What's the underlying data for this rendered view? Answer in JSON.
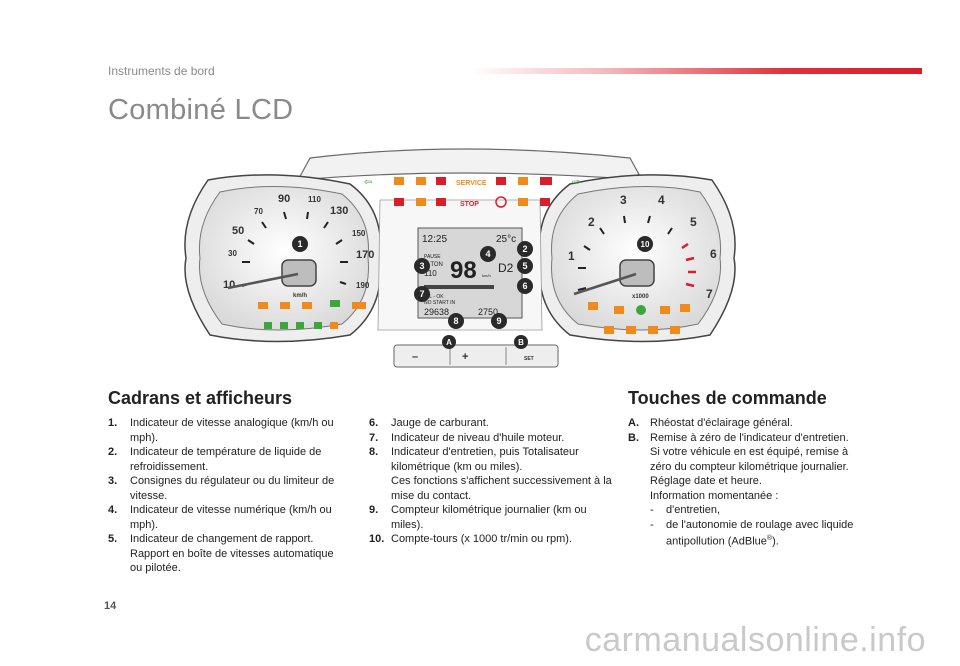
{
  "header": {
    "section": "Instruments de bord",
    "title": "Combiné LCD"
  },
  "page_number": "14",
  "watermark": "carmanualsonline.info",
  "cluster": {
    "speedo_ticks": [
      "10",
      "30",
      "50",
      "70",
      "90",
      "110",
      "130",
      "150",
      "170",
      "190"
    ],
    "speedo_unit": "km/h",
    "tacho_ticks": [
      "1",
      "2",
      "3",
      "4",
      "5",
      "6",
      "7"
    ],
    "tacho_unit": "x1000",
    "warning_service": "SERVICE",
    "warning_stop": "STOP",
    "lcd": {
      "time": "12:25",
      "temp": "25°c",
      "pause": "PAUSE",
      "cton": "C·TON",
      "set": "110",
      "speed": "98",
      "speed_unit": "km/h",
      "gear": "D2",
      "oil": "OIL - OK",
      "start": "NO START IN",
      "odo": "29638",
      "trip": "2750"
    },
    "controls": {
      "minus": "–",
      "plus": "+",
      "set": "SET"
    },
    "callouts": [
      "1",
      "2",
      "3",
      "4",
      "5",
      "6",
      "7",
      "8",
      "9",
      "10",
      "A",
      "B"
    ],
    "colors": {
      "red": "#d81e2a",
      "orange": "#f08a1c",
      "green": "#3ca63c",
      "accent": "#2a2a2a"
    }
  },
  "cadrans": {
    "heading": "Cadrans et afficheurs",
    "items_left": [
      {
        "n": "1.",
        "t": "Indicateur de vitesse analogique (km/h ou mph)."
      },
      {
        "n": "2.",
        "t": "Indicateur de température de liquide de refroidissement."
      },
      {
        "n": "3.",
        "t": "Consignes du régulateur ou du limiteur de vitesse."
      },
      {
        "n": "4.",
        "t": "Indicateur de vitesse numérique (km/h ou mph)."
      },
      {
        "n": "5.",
        "t": "Indicateur de changement de rapport.",
        "t2": "Rapport en boîte de vitesses automatique ou pilotée."
      }
    ],
    "items_mid": [
      {
        "n": "6.",
        "t": "Jauge de carburant."
      },
      {
        "n": "7.",
        "t": "Indicateur de niveau d'huile moteur."
      },
      {
        "n": "8.",
        "t": "Indicateur d'entretien, puis Totalisateur kilométrique (km ou miles).",
        "t2": "Ces fonctions s'affichent successivement à la mise du contact."
      },
      {
        "n": "9.",
        "t": "Compteur kilométrique journalier (km ou miles)."
      },
      {
        "n": "10.",
        "t": "Compte-tours (x 1000 tr/min ou rpm)."
      }
    ]
  },
  "touches": {
    "heading": "Touches de commande",
    "a": {
      "n": "A.",
      "t": "Rhéostat d'éclairage général."
    },
    "b": {
      "n": "B.",
      "t": "Remise à zéro de l'indicateur d'entretien.",
      "t2": "Si votre véhicule en est équipé, remise à zéro du compteur kilométrique journalier.",
      "t3": "Réglage date et heure.",
      "t4": "Information momentanée :",
      "d1": "d'entretien,",
      "d2a": "de l'autonomie de roulage avec liquide antipollution (AdBlue",
      "d2sup": "®",
      "d2b": ")."
    },
    "dash": "-"
  }
}
